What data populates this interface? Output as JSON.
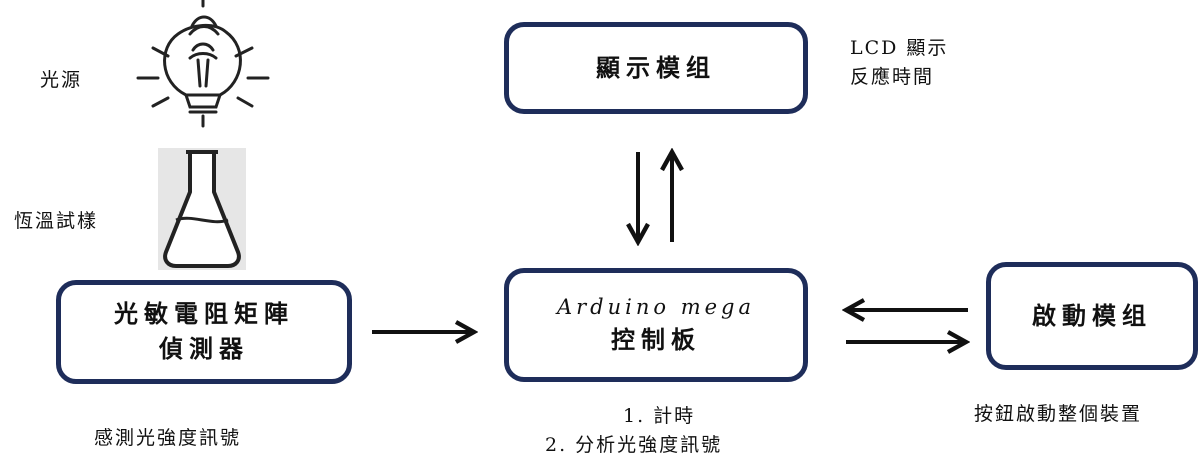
{
  "labels": {
    "light_source": "光源",
    "constant_temp_sample": "恆溫試樣",
    "sense_light_signal": "感測光強度訊號",
    "lcd_line1": "LCD 顯示",
    "lcd_line2": "反應時間",
    "button_start": "按鈕啟動整個裝置",
    "arduino_note_1": "1. 計時",
    "arduino_note_2": "2. 分析光強度訊號"
  },
  "nodes": {
    "sensor": {
      "line1": "光敏電阻矩陣",
      "line2": "偵測器"
    },
    "arduino": {
      "line1": "Arduino mega",
      "line2": "控制板"
    },
    "display": {
      "title": "顯示模组"
    },
    "start": {
      "title": "啟動模组"
    }
  },
  "edges": [
    {
      "from": "sensor",
      "to": "arduino",
      "direction": "one-way"
    },
    {
      "from": "arduino",
      "to": "display",
      "direction": "two-way"
    },
    {
      "from": "arduino",
      "to": "start",
      "direction": "two-way"
    }
  ],
  "colors": {
    "box_border": "#1e2d5a",
    "arrow": "#111111",
    "icon": "#222222"
  },
  "icons": [
    "light-bulb-icon",
    "flask-icon"
  ]
}
